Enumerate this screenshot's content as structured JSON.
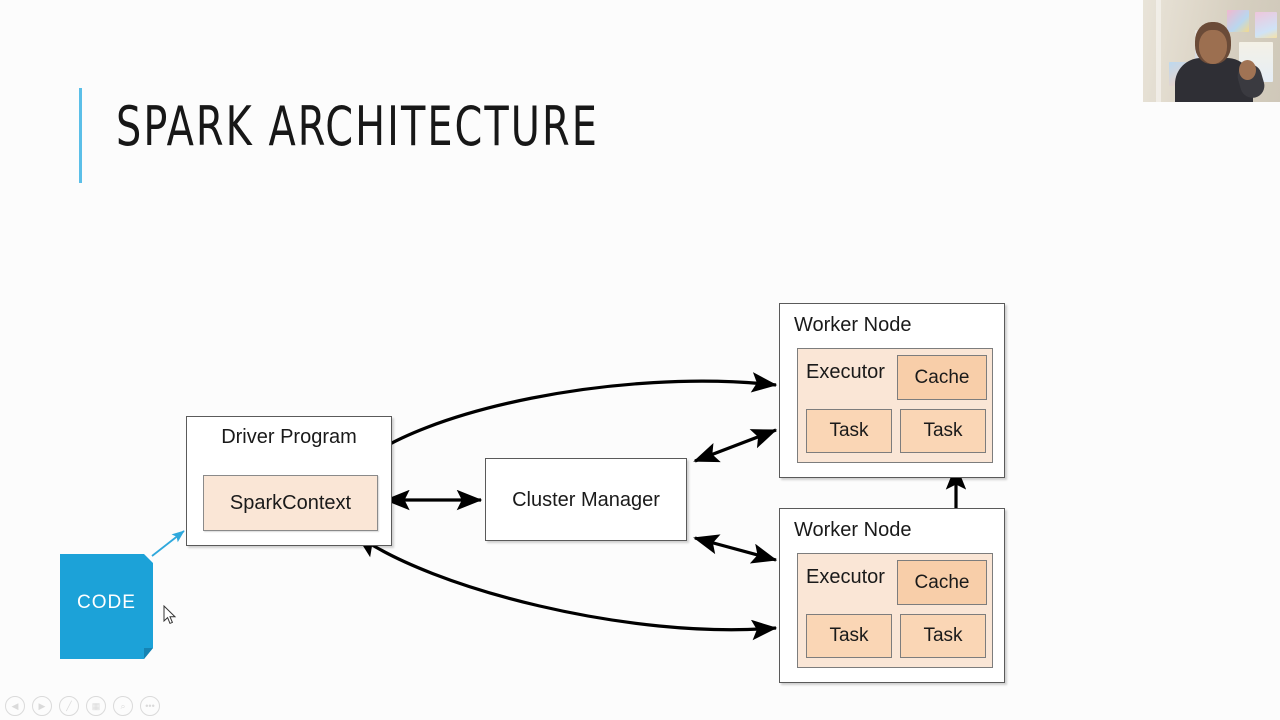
{
  "slide": {
    "title": "SPARK ARCHITECTURE",
    "background_color": "#fcfcfc",
    "accent_color": "#5BBFE8"
  },
  "diagram": {
    "driver": {
      "title": "Driver Program",
      "spark_context": "SparkContext",
      "fill": "#FAE6D6"
    },
    "cluster_manager": {
      "title": "Cluster Manager"
    },
    "worker_nodes": [
      {
        "title": "Worker Node",
        "executor": "Executor",
        "cache": "Cache",
        "tasks": [
          "Task",
          "Task"
        ]
      },
      {
        "title": "Worker Node",
        "executor": "Executor",
        "cache": "Cache",
        "tasks": [
          "Task",
          "Task"
        ]
      }
    ],
    "code_note": {
      "label": "CODE",
      "fill": "#1CA2D8"
    },
    "colors": {
      "executor_fill": "#FAE6D6",
      "cache_fill": "#F8CEA9",
      "task_fill": "#FAD6B5",
      "box_border": "#5a5a5a",
      "arrow": "#000000",
      "code_arrow": "#2FA8DC"
    }
  },
  "presenter_controls": [
    {
      "name": "previous-slide",
      "glyph": "◀"
    },
    {
      "name": "next-slide",
      "glyph": "▶"
    },
    {
      "name": "pen-tool",
      "glyph": "╱"
    },
    {
      "name": "all-slides",
      "glyph": "▦"
    },
    {
      "name": "zoom-tool",
      "glyph": "⌕"
    },
    {
      "name": "more-options",
      "glyph": "•••"
    }
  ],
  "webcam": {
    "present": true
  }
}
